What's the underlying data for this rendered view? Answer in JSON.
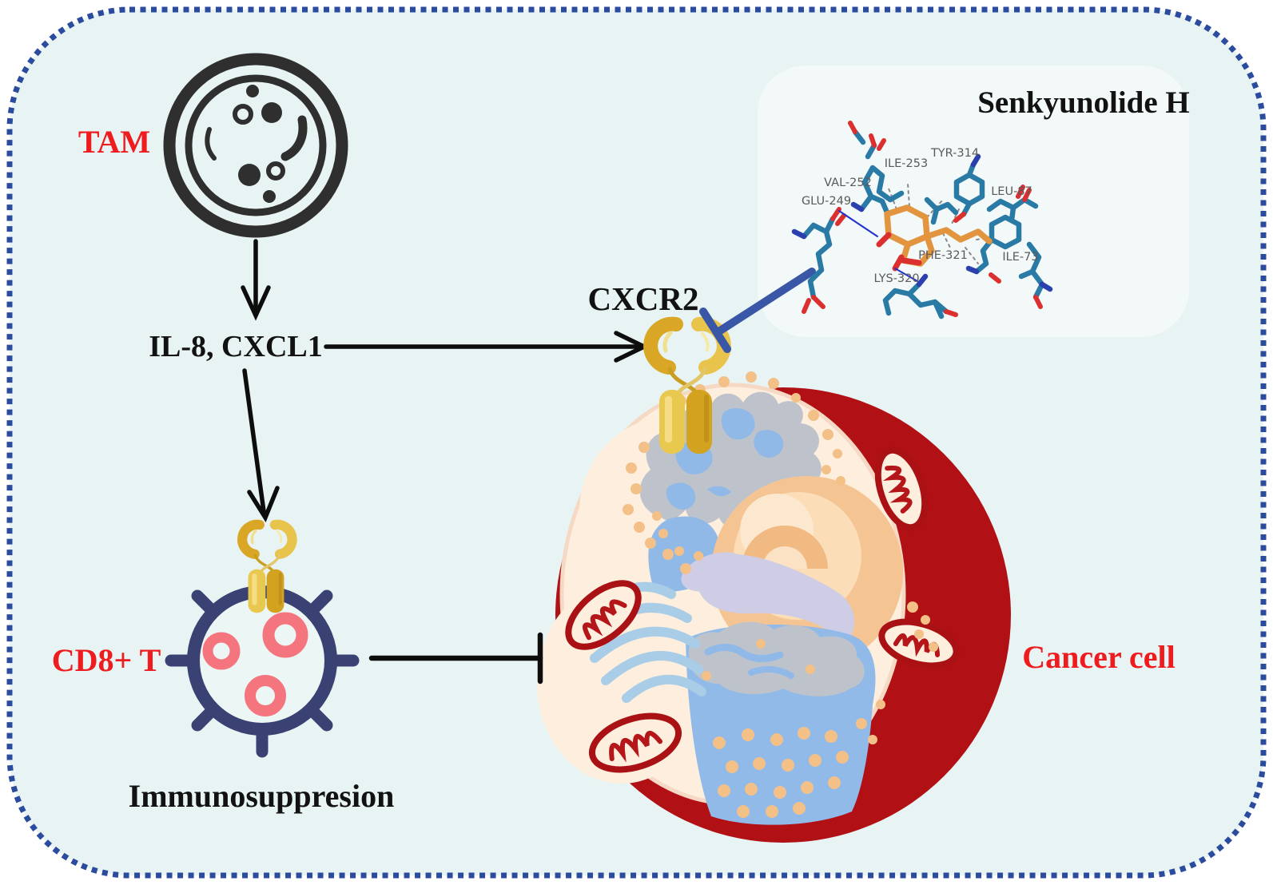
{
  "labels": {
    "tam": "TAM",
    "il8_cxcl1": "IL-8, CXCL1",
    "cxcr2": "CXCR2",
    "senkyunolide_h": "Senkyunolide H",
    "cd8_t": "CD8+ T",
    "immunosuppression": "Immunosuppresion",
    "cancer_cell": "Cancer cell"
  },
  "molecule": {
    "ligand_name": "Senkyunolide H",
    "residues": [
      {
        "label": "GLU-249"
      },
      {
        "label": "VAL-252"
      },
      {
        "label": "ILE-253"
      },
      {
        "label": "TYR-314"
      },
      {
        "label": "LEU-87"
      },
      {
        "label": "PHE-321"
      },
      {
        "label": "ILE-73"
      },
      {
        "label": "LYS-320"
      }
    ]
  },
  "colors": {
    "background": "#e8f4f3",
    "border_navy": "#2b4b9e",
    "red_label": "#ee1b1f",
    "black_label": "#121212",
    "residue_gray": "#5a5a5a",
    "gold_receptor": "#d8a826",
    "tcell_navy": "#3a4273",
    "granule_pink": "#f4757e",
    "cancer_red": "#b11015",
    "ligand_orange": "#e2953e",
    "stick_teal": "#2a7aa6",
    "inhibitor_blue": "#3a57a7"
  }
}
